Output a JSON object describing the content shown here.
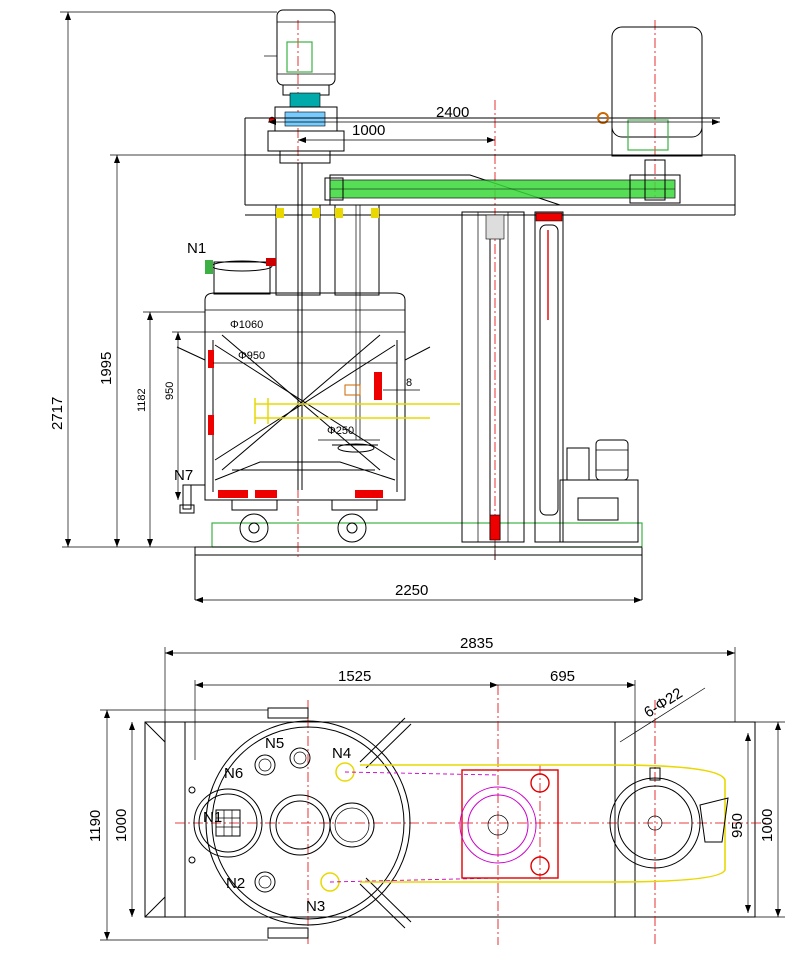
{
  "dimensions": {
    "d2400": "2400",
    "d1000_top": "1000",
    "d2717": "2717",
    "d1995": "1995",
    "d1182": "1182",
    "d950_side": "950",
    "phi1060": "Φ1060",
    "phi950": "Φ950",
    "d8": "8",
    "phi250": "Φ250",
    "d2250": "2250",
    "d2835": "2835",
    "d1525": "1525",
    "d695": "695",
    "holes": "6-Φ22",
    "d1190": "1190",
    "d1000_left": "1000",
    "d950_right": "950",
    "d1000_right": "1000"
  },
  "nozzles": {
    "n1_front": "N1",
    "n7": "N7",
    "n1_top": "N1",
    "n2": "N2",
    "n3": "N3",
    "n4": "N4",
    "n5": "N5",
    "n6": "N6"
  }
}
